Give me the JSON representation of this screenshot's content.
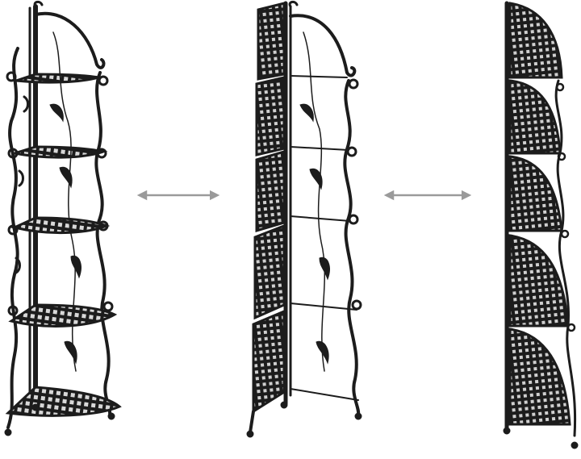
{
  "scene": {
    "colors": {
      "background": "#ffffff",
      "metal": "#1c1c1c",
      "metal_highlight": "#5a5a5a",
      "arrow": "#9a9a9a"
    },
    "items": [
      {
        "state": "unfolded",
        "shelves": 5
      },
      {
        "state": "folding",
        "shelves": 5
      },
      {
        "state": "folded",
        "shelves": 5
      }
    ],
    "arrows": [
      {
        "style": "double-headed"
      },
      {
        "style": "double-headed"
      }
    ]
  }
}
